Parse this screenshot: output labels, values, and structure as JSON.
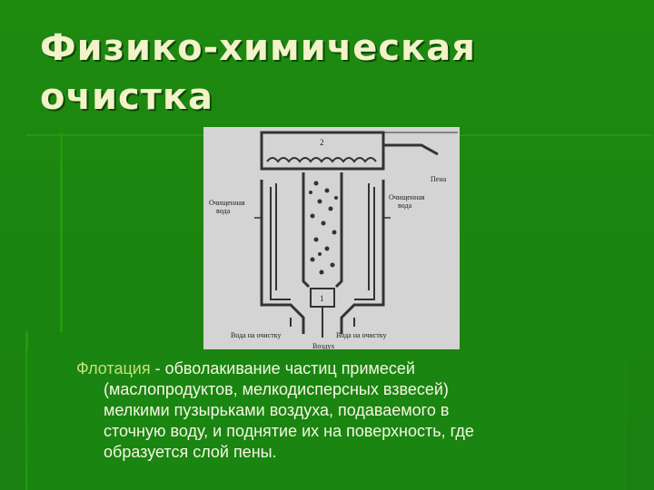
{
  "slide": {
    "title_line1": "Физико-химическая",
    "title_line2": "очистка",
    "figure": {
      "labels": {
        "n1": "1",
        "n2": "2",
        "foam": "Пена",
        "clean_left_1": "Очищенная",
        "clean_left_2": "вода",
        "clean_right_1": "Очищенная",
        "clean_right_2": "вода",
        "water_in_left": "Вода на очистку",
        "water_in_right": "Вода на очистку",
        "air": "Воздух"
      }
    },
    "body": {
      "term": "Флотация",
      "line1_rest": " - обволакивание частиц примесей",
      "line2": "(маслопродуктов, мелкодисперсных взвесей)",
      "line3": "мелкими пузырьками воздуха, подаваемого в",
      "line4": "сточную воду, и поднятие их на поверхность, где",
      "line5": "образуется слой пены."
    }
  }
}
